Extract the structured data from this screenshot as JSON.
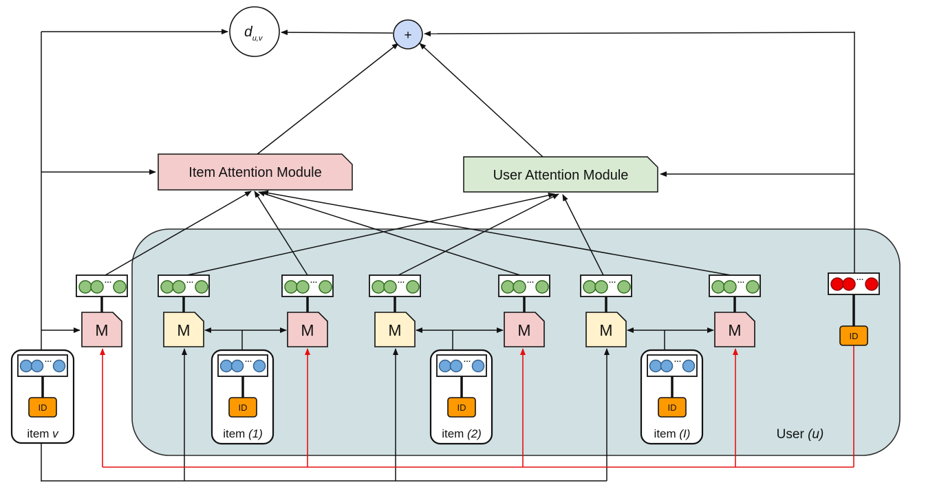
{
  "nodes": {
    "distance": {
      "main": "d",
      "sub": "u,v"
    },
    "sum": "+"
  },
  "modules": {
    "item_attention": "Item Attention Module",
    "user_attention": "User Attention Module"
  },
  "labels": {
    "memory": "M",
    "id": "ID",
    "ellipsis": "…",
    "user_region_prefix": "User ",
    "user_region_suffix": "(u)"
  },
  "items": [
    {
      "prefix": "item ",
      "suffix": "v"
    },
    {
      "prefix": "item ",
      "suffix": "(1)"
    },
    {
      "prefix": "item ",
      "suffix": "(2)"
    },
    {
      "prefix": "item ",
      "suffix": "(I)"
    }
  ],
  "colors": {
    "item-module-fill": "#f4cccc",
    "user-module-fill": "#d9ead3",
    "memory-pink": "#f4cccc",
    "memory-yellow": "#fff2cc",
    "sum-node-fill": "#c9daf8",
    "id-fill": "#ff9900",
    "region-fill": "#d0e0e3",
    "green-dot": "#93c47d",
    "blue-dot": "#6fa8dc",
    "red-dot": "#ee0000",
    "red-line": "#e60f0f",
    "black-line": "#111111"
  }
}
